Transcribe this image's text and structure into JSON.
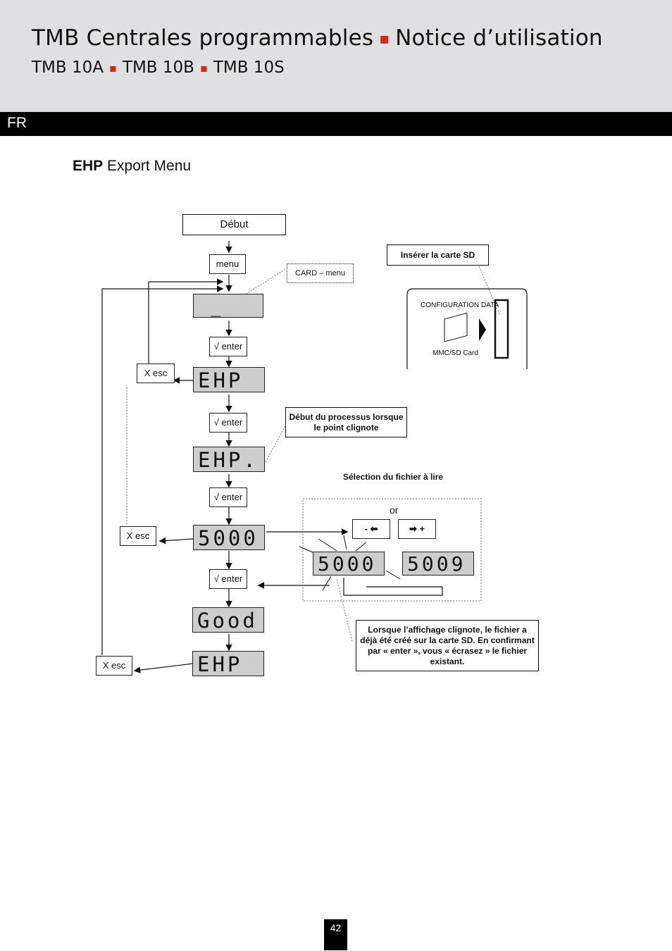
{
  "header": {
    "title_a": "TMB Centrales programmables",
    "title_sep": "▪",
    "title_b": "Notice d’utilisation",
    "models": [
      "TMB 10A",
      "TMB 10B",
      "TMB 10S"
    ]
  },
  "lang": "FR",
  "section": {
    "bold": "EHP",
    "rest": " Export Menu"
  },
  "diagram": {
    "start": "Début",
    "menu_key": "menu",
    "card_menu": "CARD – menu",
    "insert_sd": "Insérer la carte SD",
    "config_data": "CONFIGURATION DATA",
    "mmc_sd": "MMC/SD Card",
    "enter_key": "√ enter",
    "esc_key": "X esc",
    "lcd_cursor": "_",
    "lcd_ehp": "EHP",
    "lcd_ehp_dot": "EHP.",
    "lcd_5000": "5000",
    "lcd_5009": "5009",
    "lcd_good": "Good",
    "process_note": "Début du processus lorsque le point clignote",
    "file_select": "Sélection du fichier à lire",
    "or": "or",
    "minus_key": "- ⬅",
    "plus_key": "➡ +",
    "blink_note": "Lorsque l’affichage clignote, le fichier a déjà été créé sur la carte SD. En confirmant par « enter », vous « écrasez » le fichier existant."
  },
  "page_number": "42"
}
